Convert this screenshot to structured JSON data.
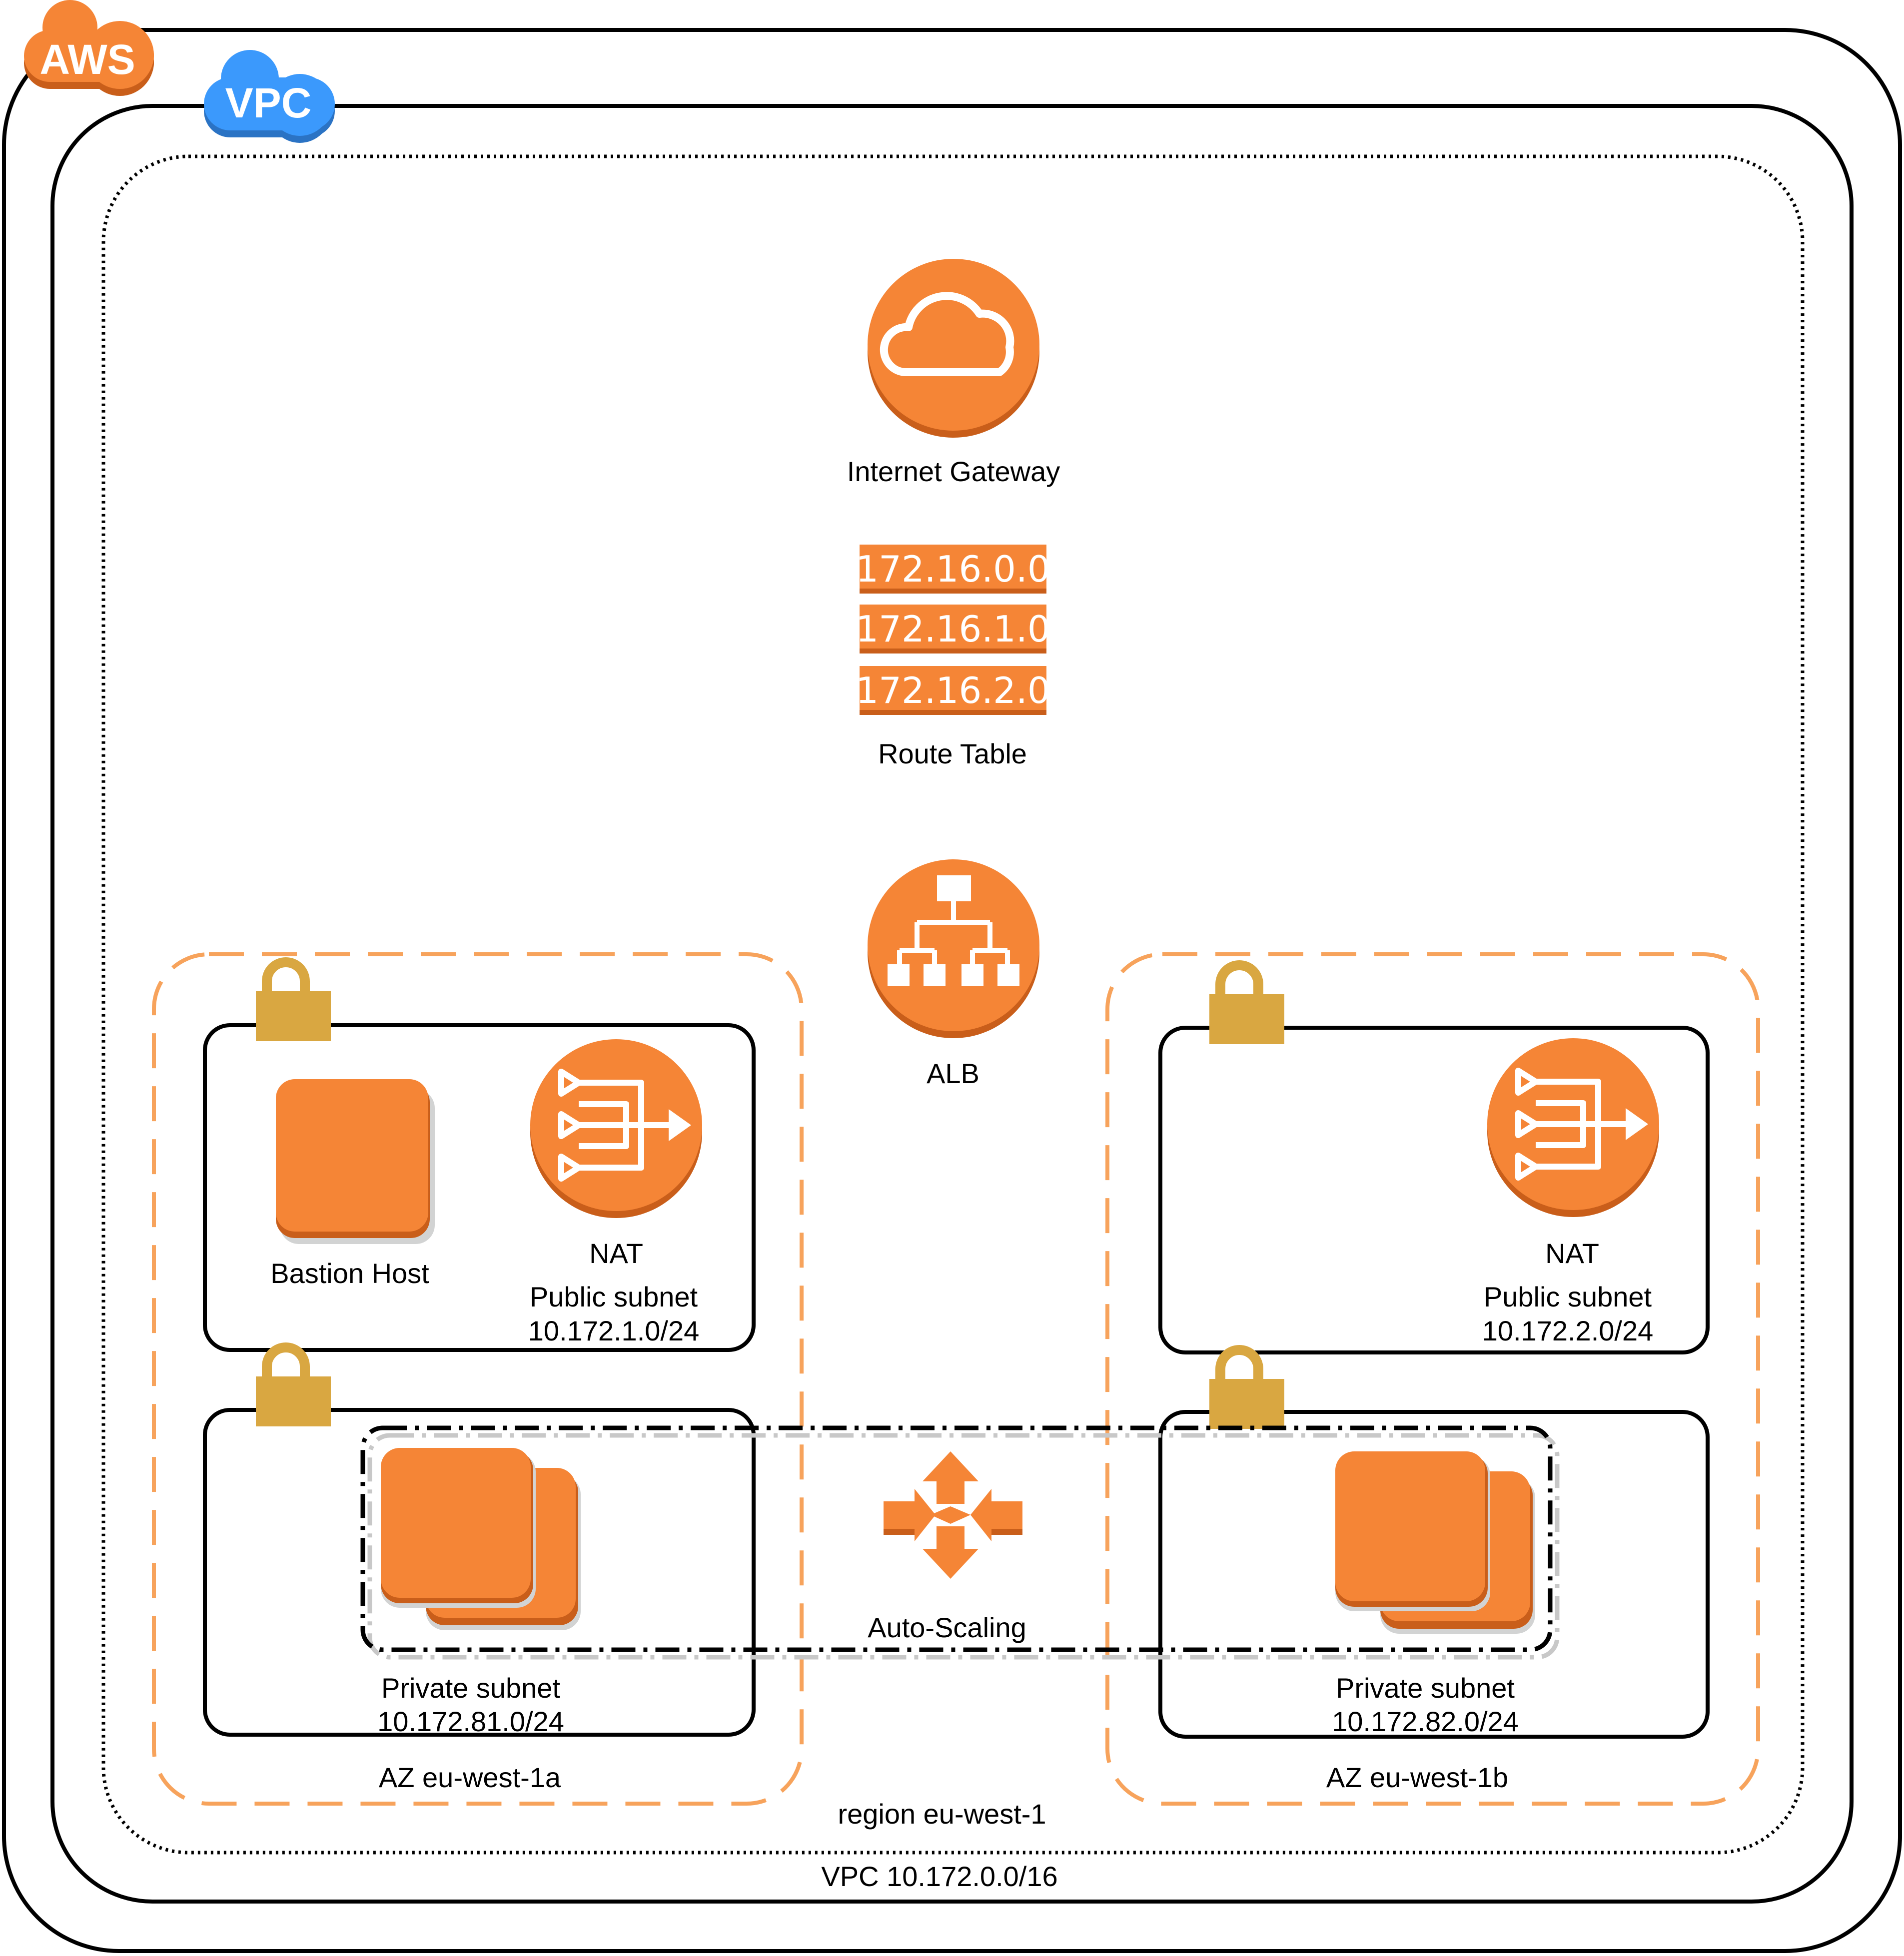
{
  "badges": {
    "aws": "AWS",
    "vpc": "VPC"
  },
  "internet_gateway": {
    "label": "Internet Gateway"
  },
  "route_table": {
    "entries": [
      "172.16.0.0",
      "172.16.1.0",
      "172.16.2.0"
    ],
    "label": "Route Table"
  },
  "alb": {
    "label": "ALB"
  },
  "az_a": {
    "label": "AZ eu-west-1a",
    "public_subnet": {
      "bastion_label": "Bastion Host",
      "nat_label": "NAT",
      "name": "Public subnet",
      "cidr": "10.172.1.0/24"
    },
    "private_subnet": {
      "name": "Private subnet",
      "cidr": "10.172.81.0/24"
    }
  },
  "az_b": {
    "label": "AZ eu-west-1b",
    "public_subnet": {
      "nat_label": "NAT",
      "name": "Public subnet",
      "cidr": "10.172.2.0/24"
    },
    "private_subnet": {
      "name": "Private subnet",
      "cidr": "10.172.82.0/24"
    }
  },
  "auto_scaling": {
    "label": "Auto-Scaling"
  },
  "region": {
    "label": "region eu-west-1"
  },
  "vpc": {
    "label": "VPC 10.172.0.0/16"
  },
  "colors": {
    "aws_orange": "#F58536",
    "vpc_blue": "#3B99FC",
    "lock_gold": "#D9A741",
    "az_dash": "#F7A35C"
  }
}
